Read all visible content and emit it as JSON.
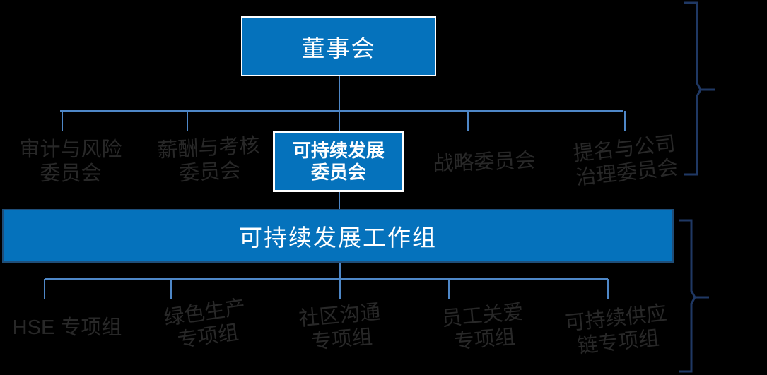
{
  "org_chart": {
    "board": {
      "label": "董事会"
    },
    "committees": [
      {
        "id": "audit-risk",
        "lines": [
          "审计与风险",
          "委员会"
        ],
        "highlighted": false
      },
      {
        "id": "remuneration-appraisal",
        "lines": [
          "薪酬与考核",
          "委员会"
        ],
        "highlighted": false
      },
      {
        "id": "sustainability",
        "lines": [
          "可持续发展",
          "委员会"
        ],
        "highlighted": true
      },
      {
        "id": "strategy",
        "lines": [
          "战略委员会"
        ],
        "highlighted": false
      },
      {
        "id": "nomination-governance",
        "lines": [
          "提名与公司",
          "治理委员会"
        ],
        "highlighted": false
      }
    ],
    "workgroup": {
      "label": "可持续发展工作组"
    },
    "taskforces": [
      {
        "id": "hse",
        "lines": [
          "HSE 专项组"
        ]
      },
      {
        "id": "green-production",
        "lines": [
          "绿色生产",
          "专项组"
        ]
      },
      {
        "id": "community-communication",
        "lines": [
          "社区沟通",
          "专项组"
        ]
      },
      {
        "id": "employee-care",
        "lines": [
          "员工关爱",
          "专项组"
        ]
      },
      {
        "id": "sustainable-supply-chain",
        "lines": [
          "可持续供应",
          "链专项组"
        ]
      }
    ]
  },
  "colors": {
    "background": "#000000",
    "box_fill": "#0572BC",
    "box_border": "#FFFFFF",
    "bar_border": "#1F4E79",
    "box_text": "#FFFFFF",
    "label_text": "#282828",
    "connector": "#4E87C7",
    "bracket": "#1F3864"
  }
}
